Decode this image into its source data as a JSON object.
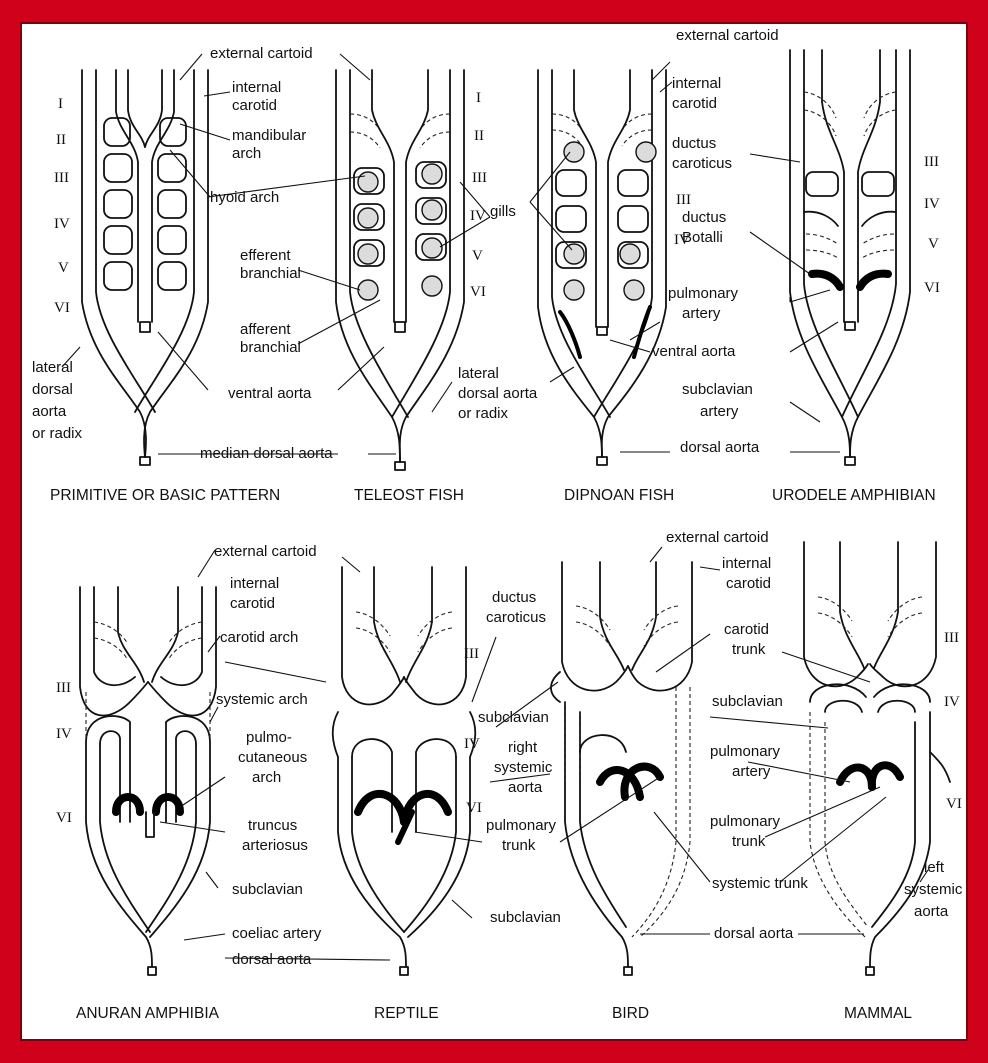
{
  "colors": {
    "frame": "#d0021b",
    "background": "#ffffff",
    "ink": "#111111"
  },
  "panels": [
    {
      "caption": "PRIMITIVE OR BASIC PATTERN"
    },
    {
      "caption": "TELEOST FISH"
    },
    {
      "caption": "DIPNOAN FISH"
    },
    {
      "caption": "URODELE AMPHIBIAN"
    },
    {
      "caption": "ANURAN AMPHIBIA"
    },
    {
      "caption": "REPTILE"
    },
    {
      "caption": "BIRD"
    },
    {
      "caption": "MAMMAL"
    }
  ],
  "numerals": [
    "I",
    "II",
    "III",
    "IV",
    "V",
    "VI"
  ],
  "labels": {
    "external_cartoid": "external cartoid",
    "internal": "internal",
    "carotid": "carotid",
    "mandibular": "mandibular",
    "arch": "arch",
    "hyoid_arch": "hyoid arch",
    "efferent": "efferent",
    "afferent": "afferent",
    "branchial": "branchial",
    "ventral_aorta": "ventral aorta",
    "median_dorsal_aorta": "median dorsal aorta",
    "lateral": "lateral",
    "dorsal": "dorsal",
    "aorta": "aorta",
    "or_radix": "or radix",
    "gills": "gills",
    "lateral_dorsal_aorta": "dorsal aorta",
    "ductus": "ductus",
    "caroticus": "caroticus",
    "botalli": "Botalli",
    "pulmonary": "pulmonary",
    "artery": "artery",
    "subclavian": "subclavian",
    "dorsal_aorta": "dorsal aorta",
    "carotid_arch": "carotid arch",
    "systemic_arch": "systemic arch",
    "pulmo": "pulmo-",
    "cutaneous": "cutaneous",
    "truncus": "truncus",
    "arteriosus": "arteriosus",
    "coeliac_artery": "coeliac artery",
    "right": "right",
    "systemic": "systemic",
    "trunk": "trunk",
    "carotid_trunk": "carotid",
    "systemic_trunk": "systemic trunk",
    "left": "left",
    "systemic_cut": "systemic"
  }
}
